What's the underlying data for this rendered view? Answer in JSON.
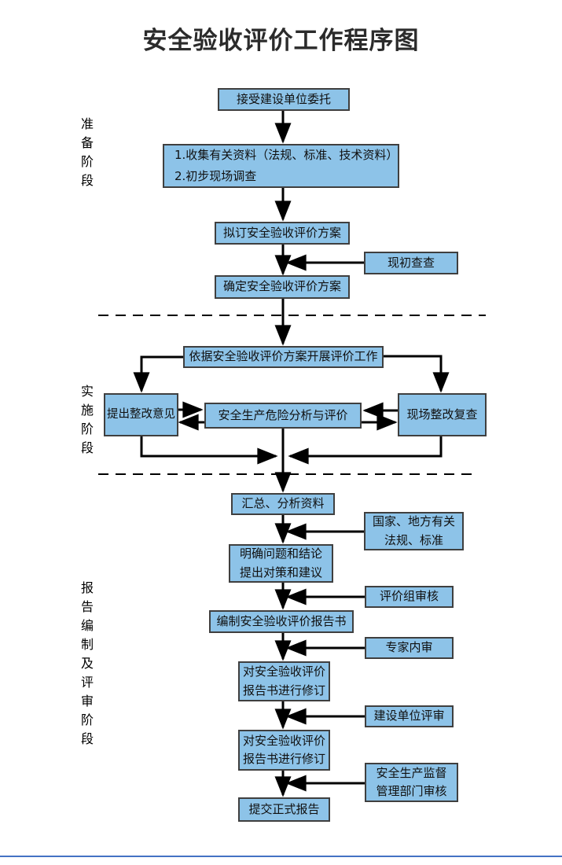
{
  "title": "安全验收评价工作程序图",
  "stages": [
    {
      "label": "准备阶段"
    },
    {
      "label": "实施阶段"
    },
    {
      "label": "报告编制及评审阶段"
    }
  ],
  "flow": {
    "accept": "接受建设单位委托",
    "collect_line1": "1.收集有关资料（法规、标准、技术资料）",
    "collect_line2": "2.初步现场调查",
    "draft_plan": "拟订安全验收评价方案",
    "initial_review": "现初查查",
    "confirm_plan": "确定安全验收评价方案",
    "carry_out": "依据安全验收评价方案开展评价工作",
    "suggestions": "提出整改意见",
    "analysis": "安全生产危险分析与评价",
    "site_recheck": "现场整改复查",
    "summarize": "汇总、分析资料",
    "regulations_line1": "国家、地方有关",
    "regulations_line2": "法规、标准",
    "clarify_line1": "明确问题和结论",
    "clarify_line2": "提出对策和建议",
    "team_review": "评价组审核",
    "compile_report": "编制安全验收评价报告书",
    "expert_review": "专家内审",
    "revise1_line1": "对安全验收评价",
    "revise1_line2": "报告书进行修订",
    "client_review": "建设单位评审",
    "revise2_line1": "对安全验收评价",
    "revise2_line2": "报告书进行修订",
    "authority_line1": "安全生产监督",
    "authority_line2": "管理部门审核",
    "submit_report": "提交正式报告"
  },
  "colors": {
    "box_fill": "#8dc3e8",
    "box_border": "#3f3f3f",
    "arrow": "#000000",
    "footer_line": "#4472c4"
  }
}
